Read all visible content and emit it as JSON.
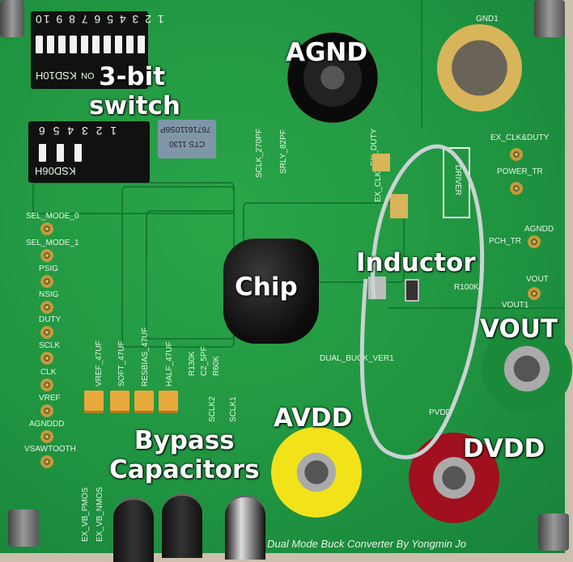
{
  "annotations": {
    "switch_line1": "3-bit",
    "switch_line2": "switch",
    "agnd": "AGND",
    "inductor": "Inductor",
    "chip": "Chip",
    "vout": "VOUT",
    "avdd": "AVDD",
    "dvdd": "DVDD",
    "bypass_line1": "Bypass",
    "bypass_line2": "Capacitors"
  },
  "silkscreen": {
    "dip10_numbers": "1 2 3 4 5 6 7 8 9 10",
    "dip10_model": "KSD10H",
    "dip10_on": "ON",
    "dip6_numbers": "1 2 3 4 5 6",
    "dip6_model": "KSD06H",
    "ic_marking": "76716110S6P",
    "ic_marking2": "CTS 1130",
    "sclk_270pf": "SCLK_270PF",
    "srly_82pf": "SRLY_82PF",
    "gnd1": "GND1",
    "ex_duty": "EX_DUTY",
    "ex_clk": "EX_CLK",
    "driver": "DRIVER",
    "ex_clk_duty": "EX_CLK&DUTY",
    "power_tr": "POWER_TR",
    "agndd_right": "AGNDD",
    "pch_tr": "PCH_TR",
    "r100k": "R100K",
    "vout_pin": "VOUT",
    "vout1": "VOUT1",
    "pvdd": "PVDD",
    "dual_buck": "DUAL_BUCK_VER1",
    "left_pins": [
      "SEL_MODE_0",
      "SEL_MODE_1",
      "PSIG",
      "NSIG",
      "DUTY",
      "SCLK",
      "CLK",
      "VREF",
      "AGNDDD",
      "VSAWTOOTH"
    ],
    "cap_labels": [
      "VREF_47UF",
      "SOFT_47UF",
      "RESBIAS_47UF",
      "HALF_47UF"
    ],
    "small_labels": [
      "R130K",
      "C2_5PF",
      "R60K",
      "SCLK2",
      "SCLK1"
    ],
    "bottom_labels": [
      "EX_VB_PMOS",
      "EX_VB_NMOS"
    ],
    "footer": "Dual Mode Buck Converter By Yongmin Jo"
  },
  "colors": {
    "board": "#1f9340",
    "agnd_jack": "#111111",
    "vout_jack": "#22a84a",
    "avdd_jack": "#f2e21a",
    "dvdd_jack": "#a0101e",
    "gold": "#d8b45a"
  }
}
